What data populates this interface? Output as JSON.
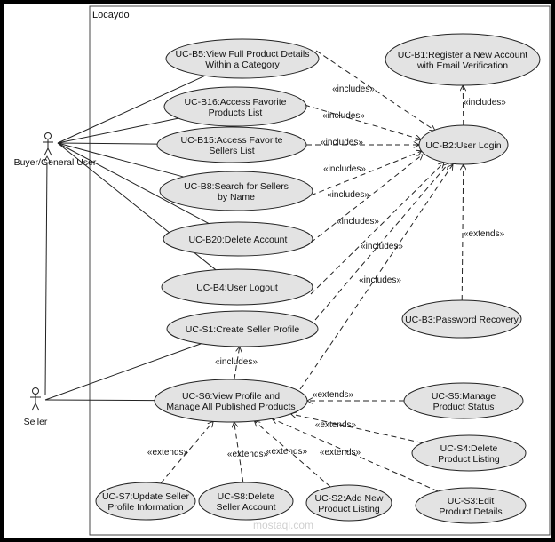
{
  "system": {
    "title": "Locaydo"
  },
  "actors": [
    {
      "id": "buyer",
      "label": "Buyer/General User"
    },
    {
      "id": "seller",
      "label": "Seller"
    }
  ],
  "use_cases": [
    {
      "id": "B5",
      "lines": [
        "UC-B5:View Full Product Details",
        "Within a Category"
      ]
    },
    {
      "id": "B16",
      "lines": [
        "UC-B16:Access Favorite",
        "Products List"
      ]
    },
    {
      "id": "B15",
      "lines": [
        "UC-B15:Access Favorite",
        "Sellers List"
      ]
    },
    {
      "id": "B8",
      "lines": [
        "UC-B8:Search for Sellers",
        "by Name"
      ]
    },
    {
      "id": "B20",
      "lines": [
        "UC-B20:Delete Account"
      ]
    },
    {
      "id": "B4",
      "lines": [
        "UC-B4:User Logout"
      ]
    },
    {
      "id": "S1",
      "lines": [
        "UC-S1:Create Seller Profile"
      ]
    },
    {
      "id": "S6",
      "lines": [
        "UC-S6:View Profile and",
        "Manage All Published Products"
      ]
    },
    {
      "id": "B1",
      "lines": [
        "UC-B1:Register a New Account",
        "with Email Verification"
      ]
    },
    {
      "id": "B2",
      "lines": [
        "UC-B2:User Login"
      ]
    },
    {
      "id": "B3",
      "lines": [
        "UC-B3:Password Recovery"
      ]
    },
    {
      "id": "S5",
      "lines": [
        "UC-S5:Manage",
        "Product Status"
      ]
    },
    {
      "id": "S4",
      "lines": [
        "UC-S4:Delete",
        "Product Listing"
      ]
    },
    {
      "id": "S3",
      "lines": [
        "UC-S3:Edit",
        "Product Details"
      ]
    },
    {
      "id": "S7",
      "lines": [
        "UC-S7:Update Seller",
        "Profile Information"
      ]
    },
    {
      "id": "S8",
      "lines": [
        "UC-S8:Delete",
        "Seller Account"
      ]
    },
    {
      "id": "S2",
      "lines": [
        "UC-S2:Add New",
        "Product Listing"
      ]
    }
  ],
  "associations": [
    {
      "actor": "buyer",
      "use_case": "B5"
    },
    {
      "actor": "buyer",
      "use_case": "B16"
    },
    {
      "actor": "buyer",
      "use_case": "B15"
    },
    {
      "actor": "buyer",
      "use_case": "B8"
    },
    {
      "actor": "buyer",
      "use_case": "B20"
    },
    {
      "actor": "buyer",
      "use_case": "B4"
    },
    {
      "actor": "seller",
      "use_case": "S1"
    },
    {
      "actor": "seller",
      "use_case": "S6"
    }
  ],
  "generalizations": [
    {
      "child": "seller",
      "parent": "buyer"
    }
  ],
  "relationships": [
    {
      "from": "B5",
      "to": "B2",
      "label": "«includes»"
    },
    {
      "from": "B16",
      "to": "B2",
      "label": "«includes»"
    },
    {
      "from": "B15",
      "to": "B2",
      "label": "«includes»"
    },
    {
      "from": "B8",
      "to": "B2",
      "label": "«includes»"
    },
    {
      "from": "B20",
      "to": "B2",
      "label": "«includes»"
    },
    {
      "from": "B4",
      "to": "B2",
      "label": "«includes»"
    },
    {
      "from": "S1",
      "to": "B2",
      "label": "«includes»"
    },
    {
      "from": "S6",
      "to": "B2",
      "label": "«includes»"
    },
    {
      "from": "B2",
      "to": "B1",
      "label": "«includes»"
    },
    {
      "from": "B3",
      "to": "B2",
      "label": "«extends»"
    },
    {
      "from": "S6",
      "to": "S1",
      "label": "«includes»"
    },
    {
      "from": "S5",
      "to": "S6",
      "label": "«extends»"
    },
    {
      "from": "S4",
      "to": "S6",
      "label": "«extends»"
    },
    {
      "from": "S3",
      "to": "S6",
      "label": "«extends»"
    },
    {
      "from": "S2",
      "to": "S6",
      "label": "«extends»"
    },
    {
      "from": "S8",
      "to": "S6",
      "label": "«extends»"
    },
    {
      "from": "S7",
      "to": "S6",
      "label": "«extends»"
    }
  ],
  "watermark": {
    "text": "mostaql.com"
  },
  "colors": {
    "use_case_fill": "#e3e3e3",
    "stroke": "#222222",
    "frame": "#000000"
  }
}
